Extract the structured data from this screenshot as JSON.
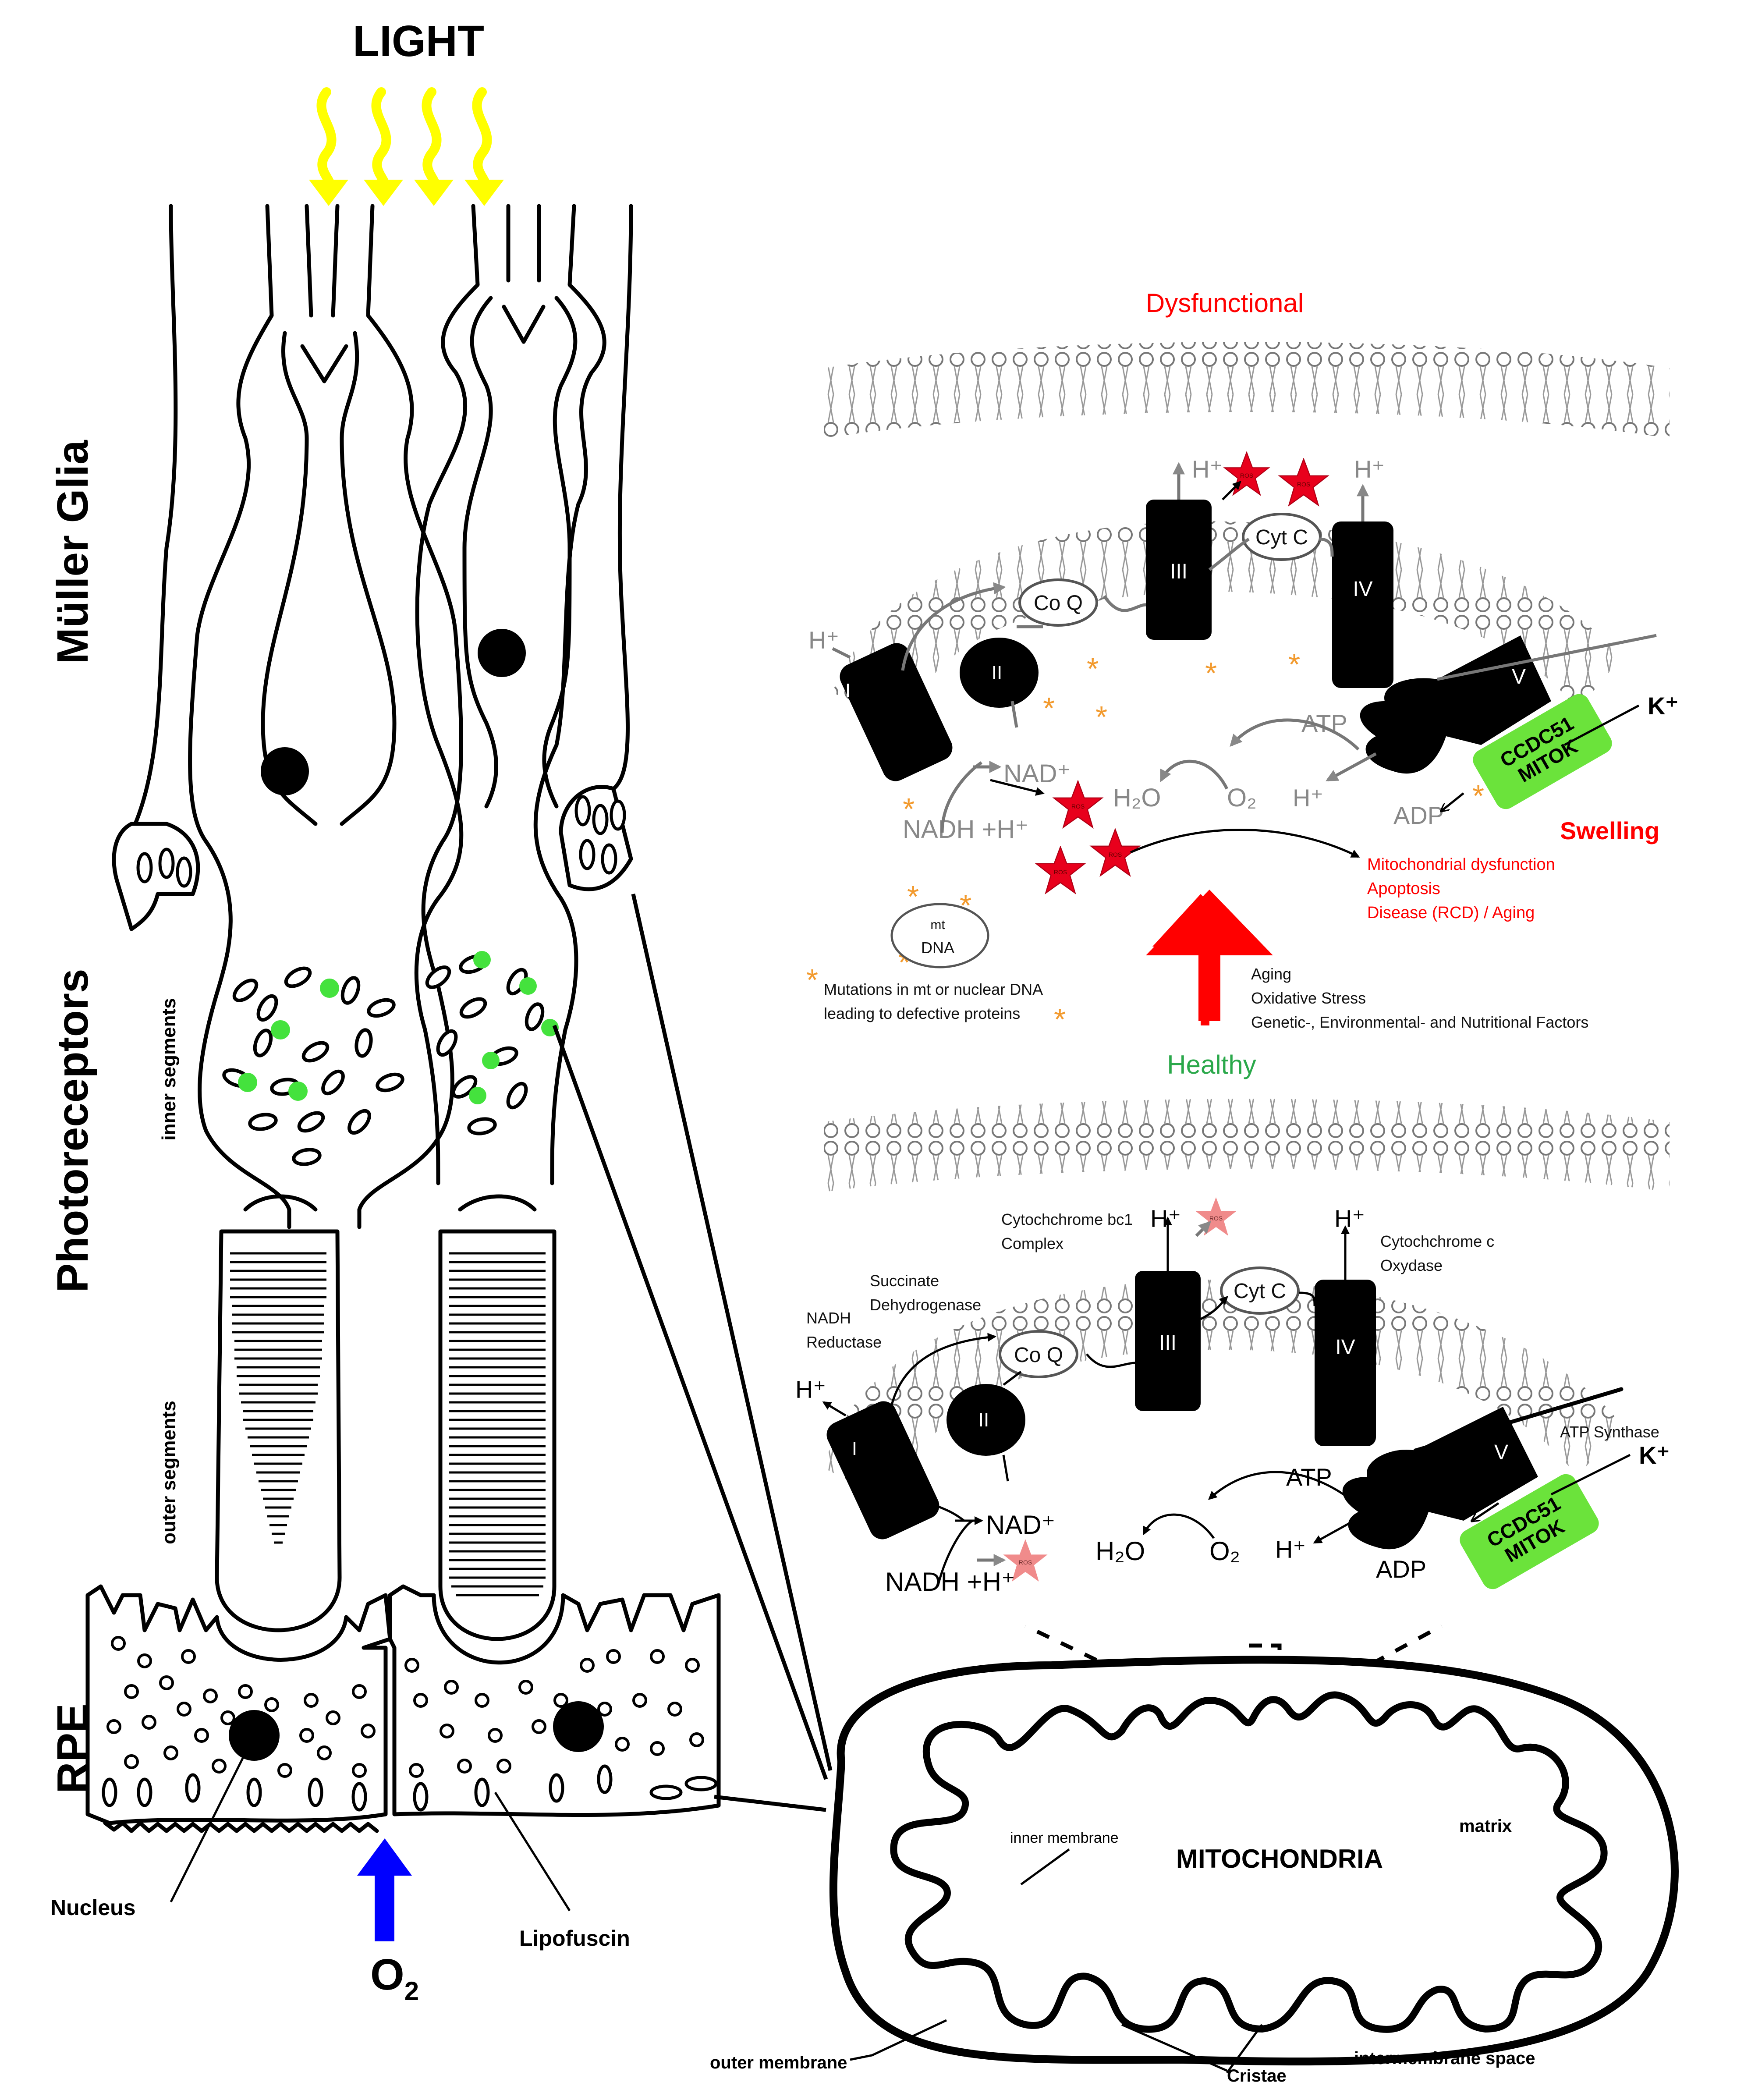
{
  "retina": {
    "light": "LIGHT",
    "muller_glia": "Müller Glia",
    "photoreceptors": "Photoreceptors",
    "rpe": "RPE",
    "inner_segments": "inner segments",
    "outer_segments": "outer segments",
    "nucleus": "Nucleus",
    "lipofuscin": "Lipofuscin",
    "o2_main": "O",
    "o2_sub": "2"
  },
  "mitochondria": {
    "title": "MITOCHONDRIA",
    "matrix": "matrix",
    "inner_membrane": "inner membrane",
    "outer_membrane": "outer membrane",
    "intermembrane_space": "intermembrane space",
    "cristae": "Cristae"
  },
  "dysfunctional": {
    "title": "Dysfunctional",
    "complexes": [
      "I",
      "II",
      "III",
      "IV",
      "V"
    ],
    "coq": "Co Q",
    "cytc": "Cyt C",
    "hplus": "H⁺",
    "nad": "NAD⁺",
    "nadh": "NADH +H⁺",
    "h2o": "H₂O",
    "o2": "O₂",
    "atp": "ATP",
    "adp": "ADP",
    "kplus": "K⁺",
    "ccdc51": "CCDC51",
    "mitok": "MITOK",
    "ros": "ROS",
    "swelling": "Swelling",
    "outcomes": [
      "Mitochondrial dysfunction",
      "Apoptosis",
      "Disease (RCD) / Aging"
    ],
    "mtdna": [
      "mt",
      "DNA"
    ],
    "mutations": [
      "Mutations in mt or nuclear DNA",
      "leading to defective proteins"
    ]
  },
  "factors": [
    "Aging",
    "Oxidative Stress",
    "Genetic-, Environmental- and Nutritional Factors"
  ],
  "healthy": {
    "title": "Healthy",
    "complexes": [
      "I",
      "II",
      "III",
      "IV",
      "V"
    ],
    "coq": "Co Q",
    "cytc": "Cyt C",
    "hplus": "H⁺",
    "nad": "NAD⁺",
    "nadh": "NADH +H⁺",
    "h2o": "H₂O",
    "o2": "O₂",
    "atp": "ATP",
    "adp": "ADP",
    "kplus": "K⁺",
    "ccdc51": "CCDC51",
    "mitok": "MITOK",
    "ros": "ROS",
    "cytochrome_bc1": [
      "Cytochchrome bc1",
      "Complex"
    ],
    "cytochrome_c_ox": [
      "Cytochchrome c",
      "Oxydase"
    ],
    "succinate": [
      "Succinate",
      "Dehydrogenase"
    ],
    "nadh_reductase": [
      "NADH",
      "Reductase"
    ],
    "atp_synthase": "ATP Synthase"
  },
  "colors": {
    "light_rays": "#ffff00",
    "o2_arrow": "#0000ff",
    "green_mito": "#44e23d",
    "dysfunctional_title": "#ff2020",
    "healthy_title": "#2aa84a",
    "ros_red": "#e8001c",
    "ros_pink": "#f08b8b",
    "asterisk": "#f29a2e",
    "ccdc51_box": "#6be33b"
  }
}
